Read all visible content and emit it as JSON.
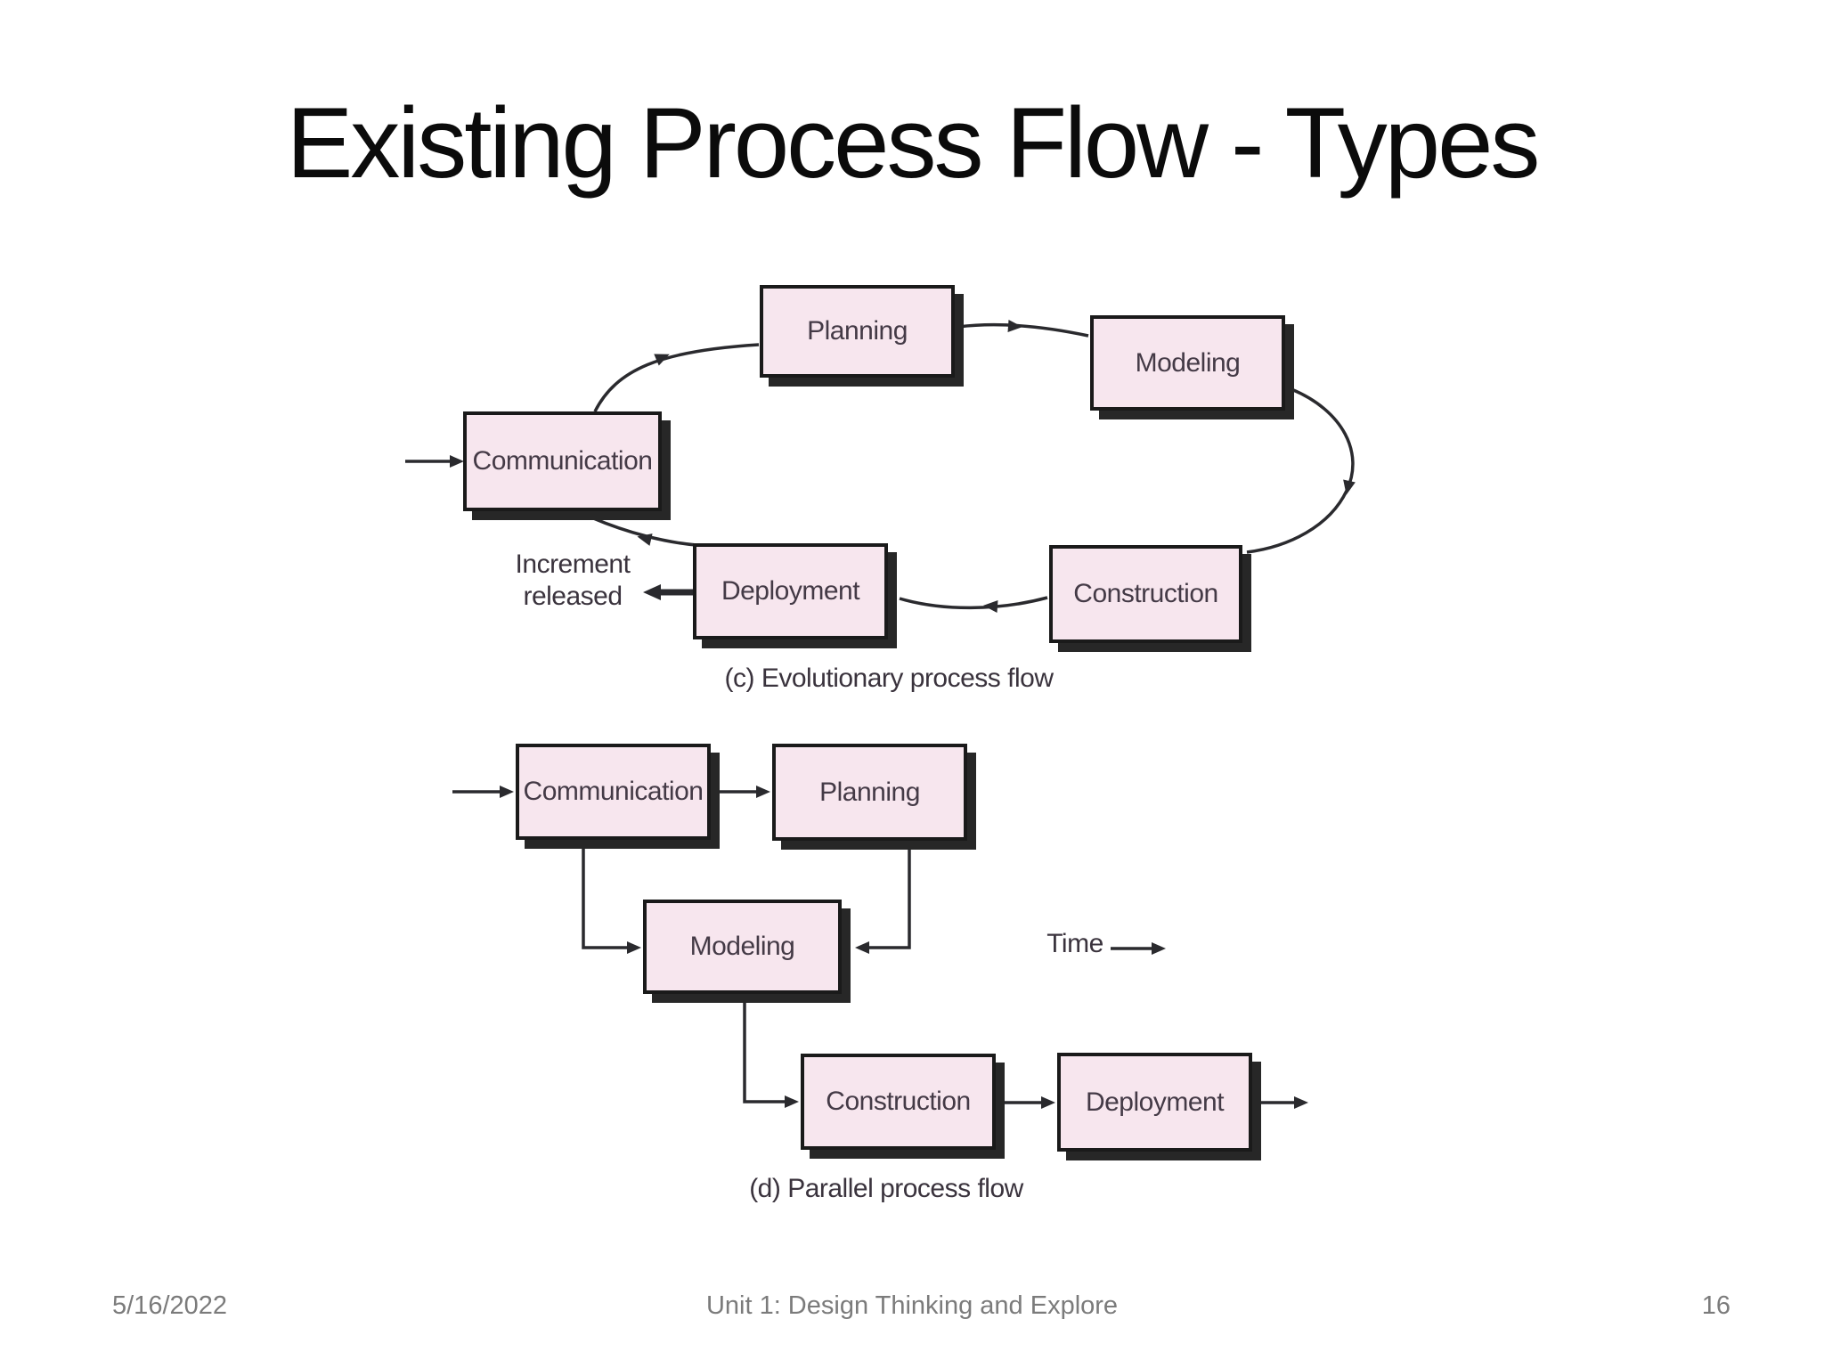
{
  "slide": {
    "title": "Existing Process Flow - Types",
    "footer": {
      "date": "5/16/2022",
      "course": "Unit 1: Design Thinking and Explore",
      "page_number": "16"
    }
  },
  "colors": {
    "background": "#ffffff",
    "title_text": "#0b0b0b",
    "box_fill": "#f7e6ee",
    "box_border": "#1a1a1a",
    "box_shadow": "#272727",
    "diagram_text": "#443a46",
    "connector_line": "#2a2a2e",
    "footer_text": "#7b7b7b"
  },
  "evolutionary_flow": {
    "caption": "(c) Evolutionary process flow",
    "boxes": [
      {
        "label": "Communication"
      },
      {
        "label": "Planning"
      },
      {
        "label": "Modeling"
      },
      {
        "label": "Construction"
      },
      {
        "label": "Deployment"
      }
    ],
    "increment_label": {
      "line1": "Increment",
      "line2": "released"
    }
  },
  "parallel_flow": {
    "caption": "(d) Parallel process flow",
    "boxes": [
      {
        "label": "Communication"
      },
      {
        "label": "Planning"
      },
      {
        "label": "Modeling"
      },
      {
        "label": "Construction"
      },
      {
        "label": "Deployment"
      }
    ],
    "time_label": "Time"
  }
}
